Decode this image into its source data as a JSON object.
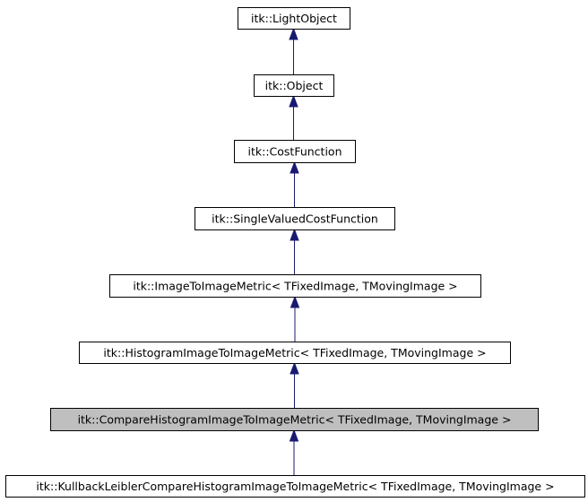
{
  "diagram": {
    "nodes": [
      {
        "label": "itk::LightObject",
        "highlighted": false
      },
      {
        "label": "itk::Object",
        "highlighted": false
      },
      {
        "label": "itk::CostFunction",
        "highlighted": false
      },
      {
        "label": "itk::SingleValuedCostFunction",
        "highlighted": false
      },
      {
        "label": "itk::ImageToImageMetric< TFixedImage, TMovingImage >",
        "highlighted": false
      },
      {
        "label": "itk::HistogramImageToImageMetric< TFixedImage, TMovingImage >",
        "highlighted": false
      },
      {
        "label": "itk::CompareHistogramImageToImageMetric< TFixedImage, TMovingImage >",
        "highlighted": true
      },
      {
        "label": "itk::KullbackLeiblerCompareHistogramImageToImageMetric< TFixedImage, TMovingImage >",
        "highlighted": false
      }
    ],
    "edges": [
      {
        "from": 1,
        "to": 0
      },
      {
        "from": 2,
        "to": 1
      },
      {
        "from": 3,
        "to": 2
      },
      {
        "from": 4,
        "to": 3
      },
      {
        "from": 5,
        "to": 4
      },
      {
        "from": 6,
        "to": 5
      },
      {
        "from": 7,
        "to": 6
      }
    ],
    "colors": {
      "edge": "#191970",
      "highlight_fill": "#bfbfbf",
      "node_fill": "#ffffff",
      "node_stroke": "#000000"
    }
  }
}
